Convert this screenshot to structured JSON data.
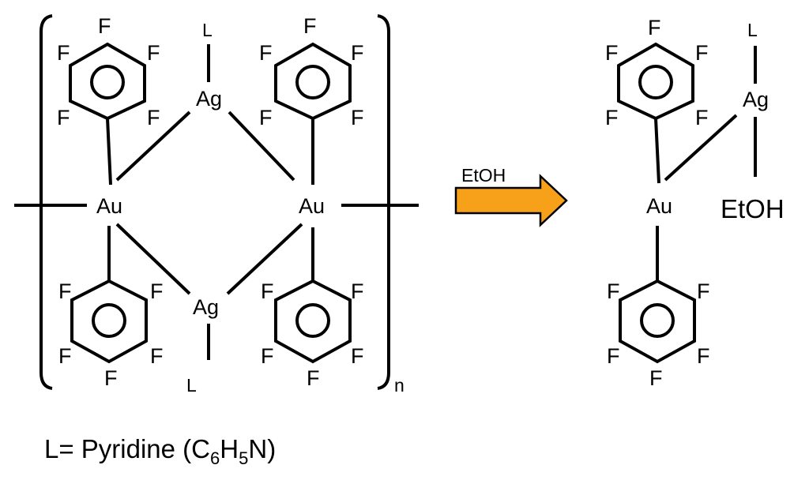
{
  "colors": {
    "line": "#000000",
    "arrow_fill": "#F7A01A",
    "arrow_stroke": "#000000",
    "background": "#FFFFFF"
  },
  "atoms": {
    "gold": "Au",
    "silver": "Ag",
    "ligand": "L",
    "fluorine": "F"
  },
  "polymer_subscript": "n",
  "arrow_label": "EtOH",
  "product_solvent": "EtOH",
  "legend": {
    "prefix": "L= Pyridine (C",
    "c_count": "6",
    "h": "H",
    "h_count": "5",
    "suffix": "N)"
  }
}
